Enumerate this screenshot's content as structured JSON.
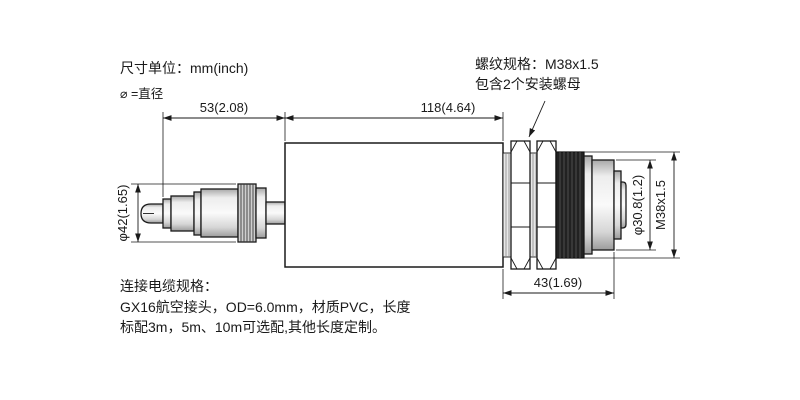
{
  "notes": {
    "unit": "尺寸单位：mm(inch)",
    "diameter": "⌀ =直径",
    "thread_spec_line1": "螺纹规格：M38x1.5",
    "thread_spec_line2": "包含2个安装螺母",
    "cable_title": "连接电缆规格：",
    "cable_line1": "GX16航空接头，OD=6.0mm，材质PVC，长度",
    "cable_line2": "标配3m，5m、10m可选配,其他长度定制。"
  },
  "dimensions": {
    "plug_length": "53(2.08)",
    "body_length": "118(4.64)",
    "rear_length": "43(1.69)",
    "body_diameter": "φ42(1.65)",
    "rear_diameter": "φ30.8(1.2)",
    "thread_spec": "M38x1.5"
  },
  "colors": {
    "line": "#1a1a1a",
    "metal_light": "#fafafa",
    "metal_dark": "#9c9c9c",
    "thread_dark": "#222222",
    "background": "#ffffff"
  }
}
